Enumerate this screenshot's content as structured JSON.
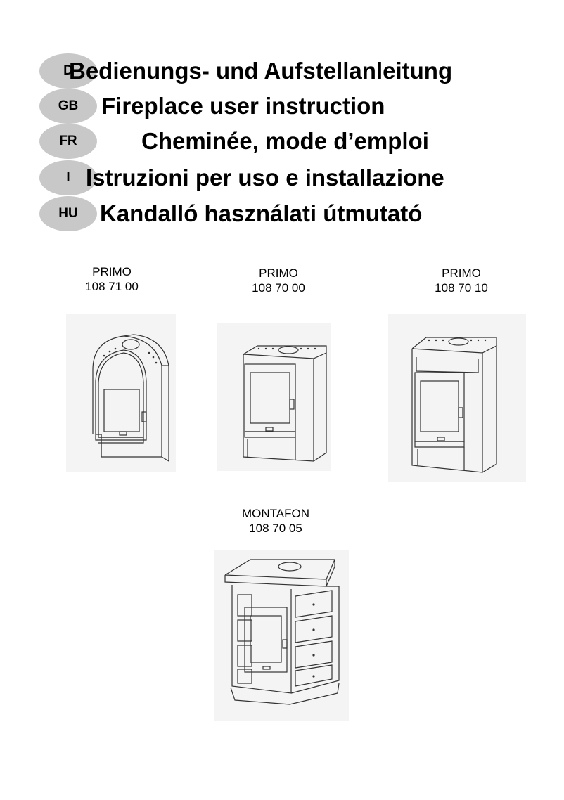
{
  "languages": [
    {
      "code": "D",
      "title": "Bedienungs- und Aufstellanleitung"
    },
    {
      "code": "GB",
      "title": "Fireplace user instruction"
    },
    {
      "code": "FR",
      "title": "Cheminée, mode d’emploi"
    },
    {
      "code": "I",
      "title": "Istruzioni per uso e installazione"
    },
    {
      "code": "HU",
      "title": "Kandalló használati útmutató"
    }
  ],
  "models": [
    {
      "name": "PRIMO",
      "number": "108 71 00",
      "icon": "arched-stove-illustration"
    },
    {
      "name": "PRIMO",
      "number": "108 70 00",
      "icon": "stove-with-open-base-illustration"
    },
    {
      "name": "PRIMO",
      "number": "108 70 10",
      "icon": "stove-with-top-and-base-niche-illustration"
    },
    {
      "name": "MONTAFON",
      "number": "108 70 05",
      "icon": "tiled-stove-with-drawers-illustration"
    }
  ]
}
